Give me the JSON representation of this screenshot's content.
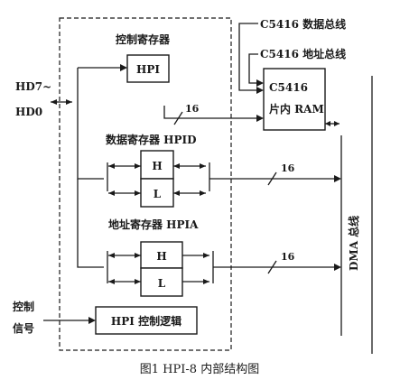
{
  "diagram": {
    "control_register_title": "控制寄存器",
    "hpi_box": "HPI",
    "data_bus_label": "C5416  数据总线",
    "address_bus_label": "C5416  地址总线",
    "ram_line1": "C5416",
    "ram_line2": "片内 RAM",
    "hd_top": "HD7~",
    "hd_bottom": "HD0",
    "data_register_title": "数据寄存器  HPID",
    "h_label": "H",
    "l_label": "L",
    "address_register_title": "地址寄存器  HPIA",
    "bus_width_label": "16",
    "dma_bus_label": "DMA 总线",
    "control_signal_line1": "控制",
    "control_signal_line2": "信号",
    "control_logic_box": "HPI 控制逻辑",
    "caption": "图1  HPI-8 内部结构图"
  }
}
